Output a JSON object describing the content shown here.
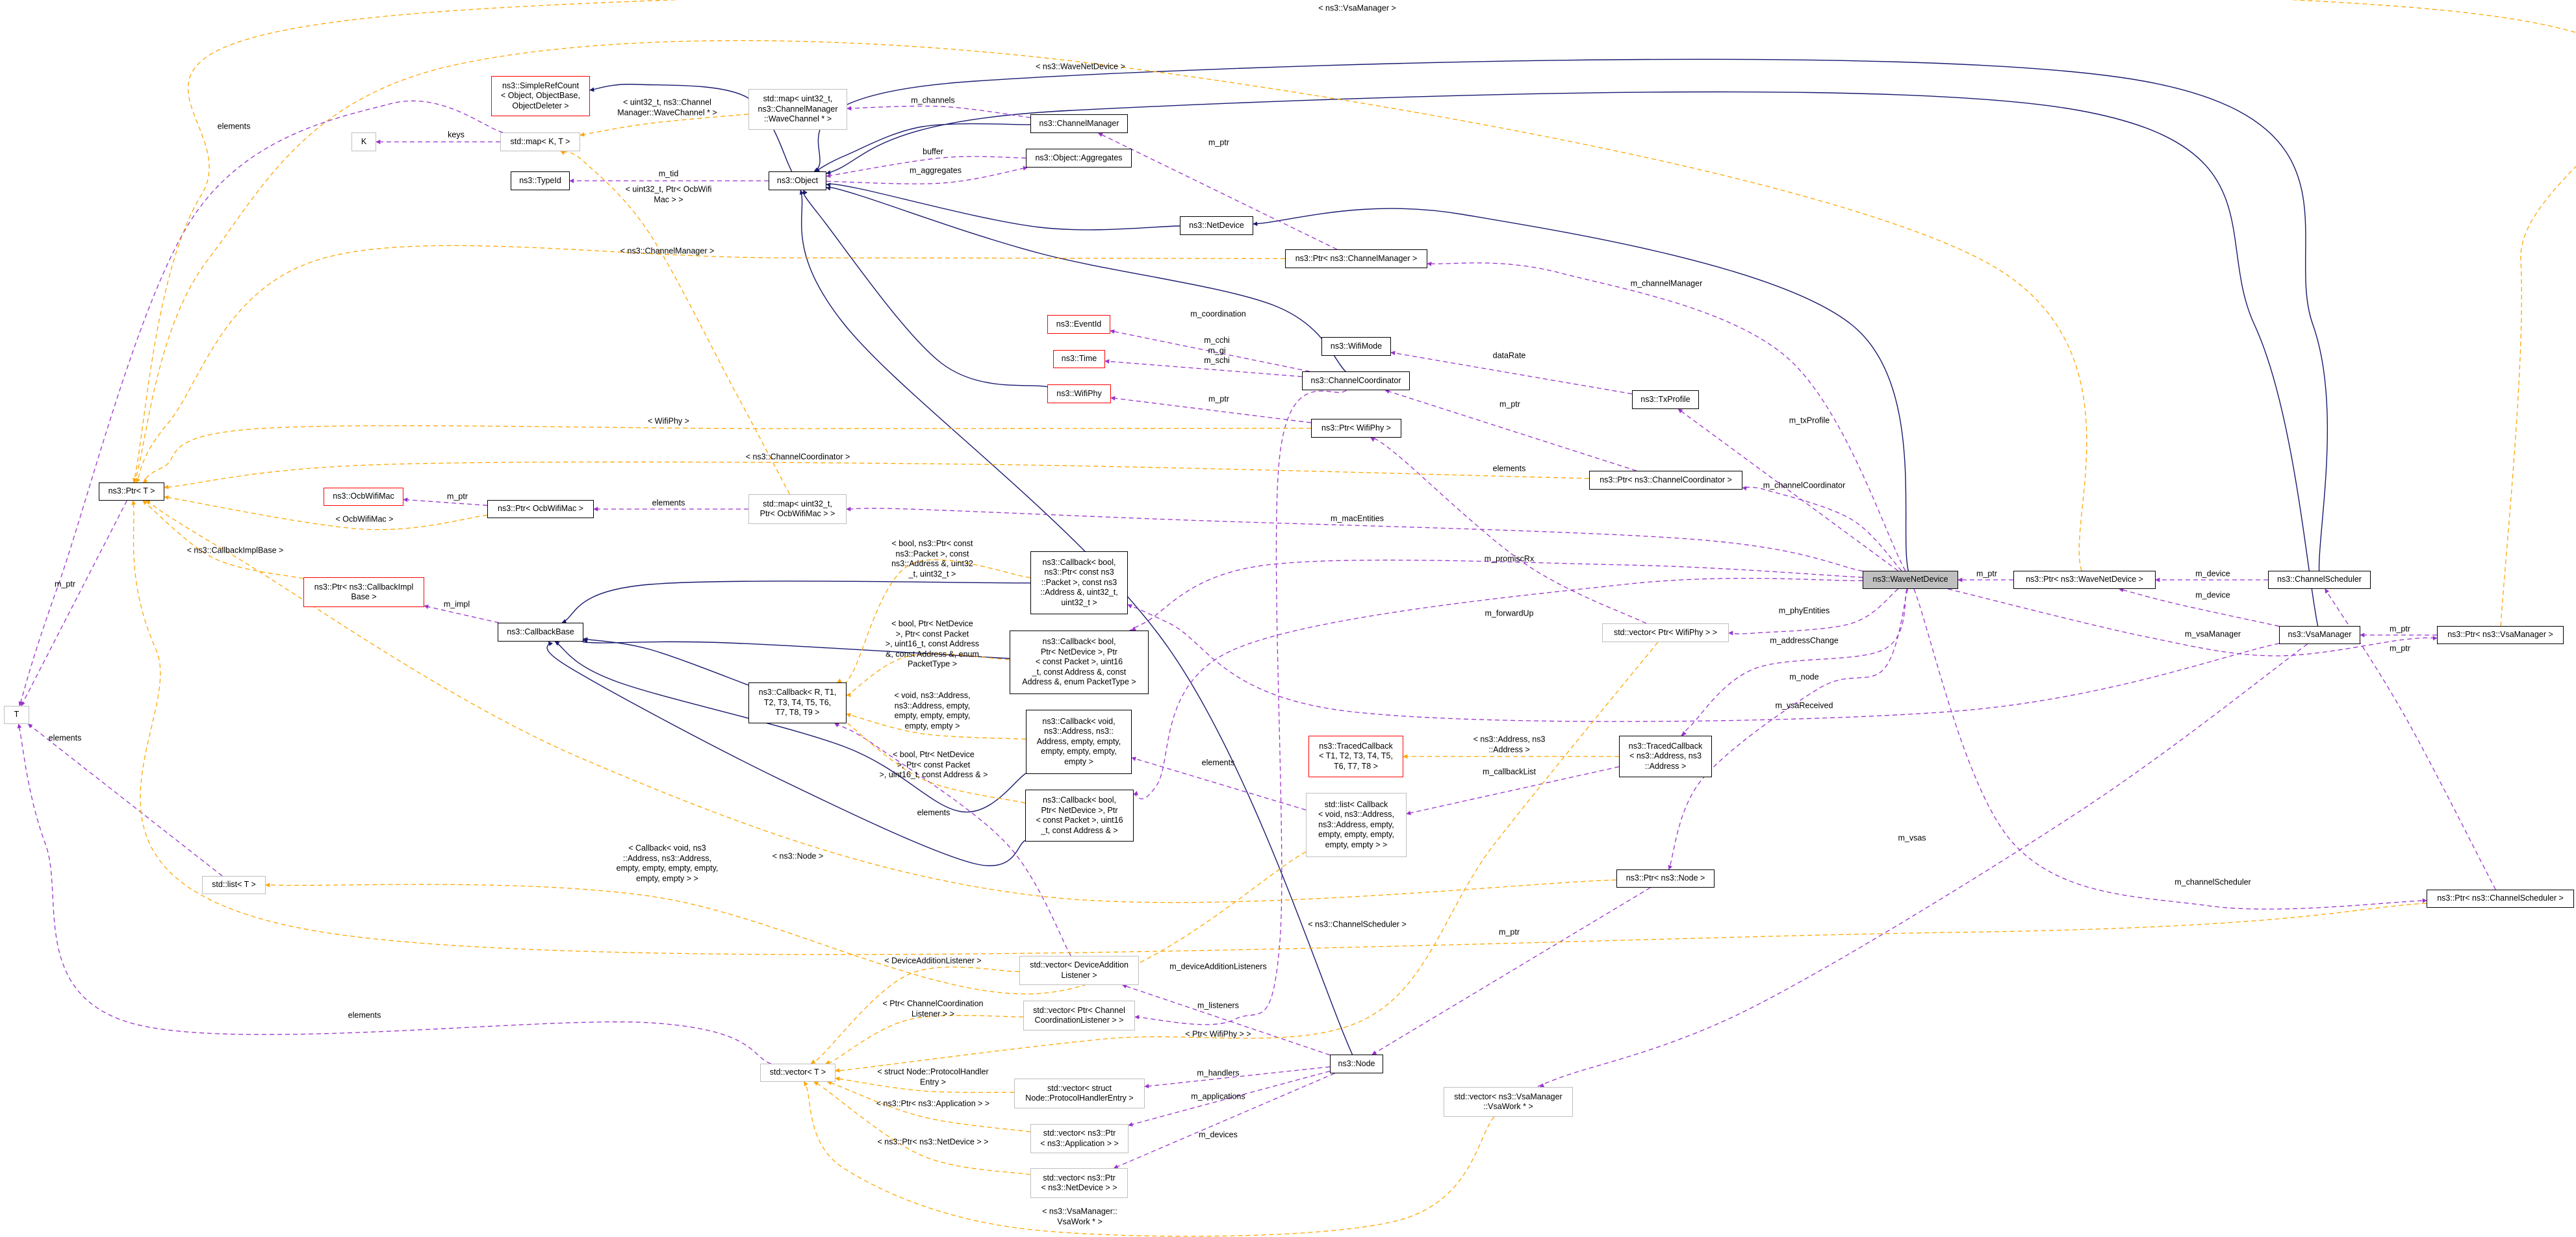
{
  "diagram": {
    "type": "doxygen-collaboration-graph",
    "colors": {
      "inheritance": "#191970",
      "usage": "#9a32cd",
      "template": "#ffa500",
      "highlight": "#bfbfbf",
      "undocumented": "#ff0000",
      "external": "#bfbfbf"
    }
  },
  "nodes": {
    "simpleRefCount": "ns3::SimpleRefCount\n< Object, ObjectBase,\nObjectDeleter >",
    "mapWaveChannel": "std::map< uint32_t,\nns3::ChannelManager\n::WaveChannel * >",
    "K": "K",
    "mapKT": "std::map< K, T >",
    "typeId": "ns3::TypeId",
    "object": "ns3::Object",
    "channelManager": "ns3::ChannelManager",
    "aggregates": "ns3::Object::Aggregates",
    "netDevice": "ns3::NetDevice",
    "ptrChannelManager": "ns3::Ptr< ns3::ChannelManager >",
    "eventId": "ns3::EventId",
    "wifiMode": "ns3::WifiMode",
    "time": "ns3::Time",
    "channelCoordinator": "ns3::ChannelCoordinator",
    "txProfile": "ns3::TxProfile",
    "wifiPhy": "ns3::WifiPhy",
    "ptrWifiPhy": "ns3::Ptr< WifiPhy >",
    "ptrT": "ns3::Ptr< T >",
    "ocbWifiMac": "ns3::OcbWifiMac",
    "ptrOcbWifiMac": "ns3::Ptr< OcbWifiMac >",
    "mapOcb": "std::map< uint32_t,\nPtr< OcbWifiMac > >",
    "ptrCallbackImpl": "ns3::Ptr< ns3::CallbackImpl\nBase >",
    "callbackBase": "ns3::CallbackBase",
    "T": "T",
    "callbackR": "ns3::Callback< R, T1,\nT2, T3, T4, T5, T6,\nT7, T8, T9 >",
    "listT": "std::list< T >",
    "cb1": "ns3::Callback< bool,\nns3::Ptr< const ns3\n::Packet >, const ns3\n::Address &, uint32_t,\nuint32_t >",
    "cb2": "ns3::Callback< bool,\nPtr< NetDevice >, Ptr\n< const Packet >, uint16\n_t, const Address &, const\nAddress &, enum PacketType >",
    "cb3": "ns3::Callback< void,\nns3::Address, ns3::\nAddress, empty, empty,\nempty, empty, empty,\nempty >",
    "cb4": "ns3::Callback< bool,\nPtr< NetDevice >, Ptr\n< const Packet >, uint16\n_t, const Address & >",
    "tracedT": "ns3::TracedCallback\n< T1, T2, T3, T4, T5,\nT6, T7, T8 >",
    "listCallback": "std::list< Callback\n< void, ns3::Address,\nns3::Address, empty,\nempty, empty, empty,\nempty, empty > >",
    "tracedAddr": "ns3::TracedCallback\n< ns3::Address, ns3\n::Address >",
    "ptrChannelCoord": "ns3::Ptr< ns3::ChannelCoordinator >",
    "vectorWifiPhy": "std::vector< Ptr< WifiPhy > >",
    "ptrNode": "ns3::Ptr< ns3::Node >",
    "waveNetDevice": "ns3::WaveNetDevice",
    "ptrWaveNetDevice": "ns3::Ptr< ns3::WaveNetDevice >",
    "channelScheduler": "ns3::ChannelScheduler",
    "vsaManager": "ns3::VsaManager",
    "ptrVsaManager": "ns3::Ptr< ns3::VsaManager >",
    "ptrChannelScheduler": "ns3::Ptr< ns3::ChannelScheduler >",
    "vectorDeviceAddition": "std::vector< DeviceAddition\nListener >",
    "vectorChanCoordListener": "std::vector< Ptr< Channel\nCoordinationListener > >",
    "node": "ns3::Node",
    "vectorProtocolHandler": "std::vector< struct\nNode::ProtocolHandlerEntry >",
    "vectorApplication": "std::vector< ns3::Ptr\n< ns3::Application > >",
    "vectorNetDevice": "std::vector< ns3::Ptr\n< ns3::NetDevice > >",
    "vectorVsaWork": "std::vector< ns3::VsaManager\n::VsaWork * >",
    "vectorT": "std::vector< T >"
  },
  "edges": [
    {
      "from": "object",
      "to": "simpleRefCount",
      "kind": "inheritance",
      "label": ""
    },
    {
      "from": "channelManager",
      "to": "object",
      "kind": "inheritance",
      "label": ""
    },
    {
      "from": "netDevice",
      "to": "object",
      "kind": "inheritance",
      "label": ""
    },
    {
      "from": "channelCoordinator",
      "to": "object",
      "kind": "inheritance",
      "label": ""
    },
    {
      "from": "wifiPhy",
      "to": "object",
      "kind": "inheritance",
      "label": ""
    },
    {
      "from": "node",
      "to": "object",
      "kind": "inheritance",
      "label": ""
    },
    {
      "from": "channelScheduler",
      "to": "object",
      "kind": "inheritance",
      "label": ""
    },
    {
      "from": "vsaManager",
      "to": "object",
      "kind": "inheritance",
      "label": ""
    },
    {
      "from": "waveNetDevice",
      "to": "netDevice",
      "kind": "inheritance",
      "label": ""
    },
    {
      "from": "callbackR",
      "to": "callbackBase",
      "kind": "inheritance",
      "label": ""
    },
    {
      "from": "cb1",
      "to": "callbackBase",
      "kind": "inheritance",
      "label": ""
    },
    {
      "from": "cb2",
      "to": "callbackBase",
      "kind": "inheritance",
      "label": ""
    },
    {
      "from": "cb3",
      "to": "callbackBase",
      "kind": "inheritance",
      "label": ""
    },
    {
      "from": "cb4",
      "to": "callbackBase",
      "kind": "inheritance",
      "label": ""
    },
    {
      "from": "mapKT",
      "to": "K",
      "kind": "usage",
      "label": "keys"
    },
    {
      "from": "mapKT",
      "to": "T",
      "kind": "usage",
      "label": "elements"
    },
    {
      "from": "object",
      "to": "typeId",
      "kind": "usage",
      "label": "m_tid"
    },
    {
      "from": "channelManager",
      "to": "mapWaveChannel",
      "kind": "usage",
      "label": "m_channels"
    },
    {
      "from": "object",
      "to": "aggregates",
      "kind": "usage",
      "label": "m_aggregates"
    },
    {
      "from": "aggregates",
      "to": "object",
      "kind": "usage",
      "label": "buffer"
    },
    {
      "from": "ptrChannelManager",
      "to": "channelManager",
      "kind": "usage",
      "label": "m_ptr"
    },
    {
      "from": "waveNetDevice",
      "to": "ptrChannelManager",
      "kind": "usage",
      "label": "m_channelManager"
    },
    {
      "from": "channelCoordinator",
      "to": "eventId",
      "kind": "usage",
      "label": "m_coordination"
    },
    {
      "from": "channelCoordinator",
      "to": "time",
      "kind": "usage",
      "label": "m_cchi\nm_gi\nm_schi"
    },
    {
      "from": "txProfile",
      "to": "wifiMode",
      "kind": "usage",
      "label": "dataRate"
    },
    {
      "from": "ptrChannelCoord",
      "to": "channelCoordinator",
      "kind": "usage",
      "label": "m_ptr"
    },
    {
      "from": "ptrWifiPhy",
      "to": "wifiPhy",
      "kind": "usage",
      "label": "m_ptr"
    },
    {
      "from": "waveNetDevice",
      "to": "txProfile",
      "kind": "usage",
      "label": "m_txProfile"
    },
    {
      "from": "waveNetDevice",
      "to": "ptrChannelCoord",
      "kind": "usage",
      "label": "m_channelCoordinator"
    },
    {
      "from": "ptrOcbWifiMac",
      "to": "ocbWifiMac",
      "kind": "usage",
      "label": "m_ptr"
    },
    {
      "from": "mapOcb",
      "to": "ptrOcbWifiMac",
      "kind": "usage",
      "label": "elements"
    },
    {
      "from": "waveNetDevice",
      "to": "mapOcb",
      "kind": "usage",
      "label": "m_macEntities"
    },
    {
      "from": "ptrT",
      "to": "T",
      "kind": "usage",
      "label": "m_ptr"
    },
    {
      "from": "callbackBase",
      "to": "ptrCallbackImpl",
      "kind": "usage",
      "label": "m_impl"
    },
    {
      "from": "listT",
      "to": "T",
      "kind": "usage",
      "label": "elements"
    },
    {
      "from": "vectorT",
      "to": "T",
      "kind": "usage",
      "label": "elements"
    },
    {
      "from": "vsaManager",
      "to": "cb1",
      "kind": "usage",
      "label": "m_vsaReceived"
    },
    {
      "from": "waveNetDevice",
      "to": "cb2",
      "kind": "usage",
      "label": "m_promiscRx"
    },
    {
      "from": "waveNetDevice",
      "to": "cb4",
      "kind": "usage",
      "label": "m_forwardUp"
    },
    {
      "from": "vectorWifiPhy",
      "to": "ptrWifiPhy",
      "kind": "usage",
      "label": "elements"
    },
    {
      "from": "waveNetDevice",
      "to": "vectorWifiPhy",
      "kind": "usage",
      "label": "m_phyEntities"
    },
    {
      "from": "waveNetDevice",
      "to": "tracedAddr",
      "kind": "usage",
      "label": "m_addressChange"
    },
    {
      "from": "tracedAddr",
      "to": "listCallback",
      "kind": "usage",
      "label": "m_callbackList"
    },
    {
      "from": "listCallback",
      "to": "cb3",
      "kind": "usage",
      "label": "elements"
    },
    {
      "from": "waveNetDevice",
      "to": "ptrNode",
      "kind": "usage",
      "label": "m_node"
    },
    {
      "from": "ptrNode",
      "to": "node",
      "kind": "usage",
      "label": "m_ptr"
    },
    {
      "from": "node",
      "to": "vectorDeviceAddition",
      "kind": "usage",
      "label": "m_deviceAdditionListeners"
    },
    {
      "from": "channelCoordinator",
      "to": "vectorChanCoordListener",
      "kind": "usage",
      "label": "m_listeners"
    },
    {
      "from": "node",
      "to": "vectorProtocolHandler",
      "kind": "usage",
      "label": "m_handlers"
    },
    {
      "from": "node",
      "to": "vectorApplication",
      "kind": "usage",
      "label": "m_applications"
    },
    {
      "from": "node",
      "to": "vectorNetDevice",
      "kind": "usage",
      "label": "m_devices"
    },
    {
      "from": "vsaManager",
      "to": "vectorVsaWork",
      "kind": "usage",
      "label": "m_vsas"
    },
    {
      "from": "waveNetDevice",
      "to": "ptrChannelScheduler",
      "kind": "usage",
      "label": "m_channelScheduler"
    },
    {
      "from": "ptrChannelScheduler",
      "to": "channelScheduler",
      "kind": "usage",
      "label": "m_ptr"
    },
    {
      "from": "ptrWaveNetDevice",
      "to": "waveNetDevice",
      "kind": "usage",
      "label": "m_ptr"
    },
    {
      "from": "channelScheduler",
      "to": "ptrWaveNetDevice",
      "kind": "usage",
      "label": "m_device"
    },
    {
      "from": "vsaManager",
      "to": "ptrWaveNetDevice",
      "kind": "usage",
      "label": "m_device"
    },
    {
      "from": "waveNetDevice",
      "to": "ptrVsaManager",
      "kind": "usage",
      "label": "m_vsaManager"
    },
    {
      "from": "ptrVsaManager",
      "to": "vsaManager",
      "kind": "usage",
      "label": "m_ptr"
    },
    {
      "from": "vectorDeviceAddition",
      "to": "callbackR",
      "kind": "usage",
      "label": "elements"
    },
    {
      "from": "ptrVsaManager",
      "to": "ptrT",
      "kind": "template",
      "label": "< ns3::VsaManager >"
    },
    {
      "from": "ptrWaveNetDevice",
      "to": "ptrT",
      "kind": "template",
      "label": "< ns3::WaveNetDevice >"
    },
    {
      "from": "mapWaveChannel",
      "to": "mapKT",
      "kind": "template",
      "label": "< uint32_t, ns3::Channel\nManager::WaveChannel * >"
    },
    {
      "from": "mapOcb",
      "to": "mapKT",
      "kind": "template",
      "label": "< uint32_t, Ptr< OcbWifi\nMac > >"
    },
    {
      "from": "ptrChannelManager",
      "to": "ptrT",
      "kind": "template",
      "label": "< ns3::ChannelManager >"
    },
    {
      "from": "ptrWifiPhy",
      "to": "ptrT",
      "kind": "template",
      "label": "< WifiPhy >"
    },
    {
      "from": "ptrChannelCoord",
      "to": "ptrT",
      "kind": "template",
      "label": "< ns3::ChannelCoordinator >"
    },
    {
      "from": "ptrOcbWifiMac",
      "to": "ptrT",
      "kind": "template",
      "label": "< OcbWifiMac >"
    },
    {
      "from": "ptrCallbackImpl",
      "to": "ptrT",
      "kind": "template",
      "label": "< ns3::CallbackImplBase >"
    },
    {
      "from": "ptrNode",
      "to": "ptrT",
      "kind": "template",
      "label": "< ns3::Node >"
    },
    {
      "from": "ptrChannelScheduler",
      "to": "ptrT",
      "kind": "template",
      "label": "< ns3::ChannelScheduler >"
    },
    {
      "from": "cb1",
      "to": "callbackR",
      "kind": "template",
      "label": "< bool, ns3::Ptr< const\nns3::Packet >, const\nns3::Address &, uint32\n_t, uint32_t >"
    },
    {
      "from": "cb2",
      "to": "callbackR",
      "kind": "template",
      "label": "< bool, Ptr< NetDevice\n>, Ptr< const Packet\n>, uint16_t, const Address\n&, const Address &, enum\nPacketType >"
    },
    {
      "from": "cb3",
      "to": "callbackR",
      "kind": "template",
      "label": "< void, ns3::Address,\nns3::Address, empty,\nempty, empty, empty,\nempty, empty >"
    },
    {
      "from": "cb4",
      "to": "callbackR",
      "kind": "template",
      "label": "< bool, Ptr< NetDevice\n>, Ptr< const Packet\n>, uint16_t, const Address & >"
    },
    {
      "from": "listCallback",
      "to": "listT",
      "kind": "template",
      "label": "< Callback< void, ns3\n::Address, ns3::Address,\nempty, empty, empty, empty,\nempty, empty > >"
    },
    {
      "from": "tracedAddr",
      "to": "tracedT",
      "kind": "template",
      "label": "< ns3::Address, ns3\n::Address >"
    },
    {
      "from": "vectorWifiPhy",
      "to": "vectorT",
      "kind": "template",
      "label": "< Ptr< WifiPhy > >"
    },
    {
      "from": "vectorDeviceAddition",
      "to": "vectorT",
      "kind": "template",
      "label": "< DeviceAdditionListener >"
    },
    {
      "from": "vectorChanCoordListener",
      "to": "vectorT",
      "kind": "template",
      "label": "< Ptr< ChannelCoordination\nListener > >"
    },
    {
      "from": "vectorProtocolHandler",
      "to": "vectorT",
      "kind": "template",
      "label": "< struct Node::ProtocolHandler\nEntry >"
    },
    {
      "from": "vectorApplication",
      "to": "vectorT",
      "kind": "template",
      "label": "< ns3::Ptr< ns3::Application > >"
    },
    {
      "from": "vectorNetDevice",
      "to": "vectorT",
      "kind": "template",
      "label": "< ns3::Ptr< ns3::NetDevice > >"
    },
    {
      "from": "vectorVsaWork",
      "to": "vectorT",
      "kind": "template",
      "label": "< ns3::VsaManager::\nVsaWork * >"
    }
  ]
}
